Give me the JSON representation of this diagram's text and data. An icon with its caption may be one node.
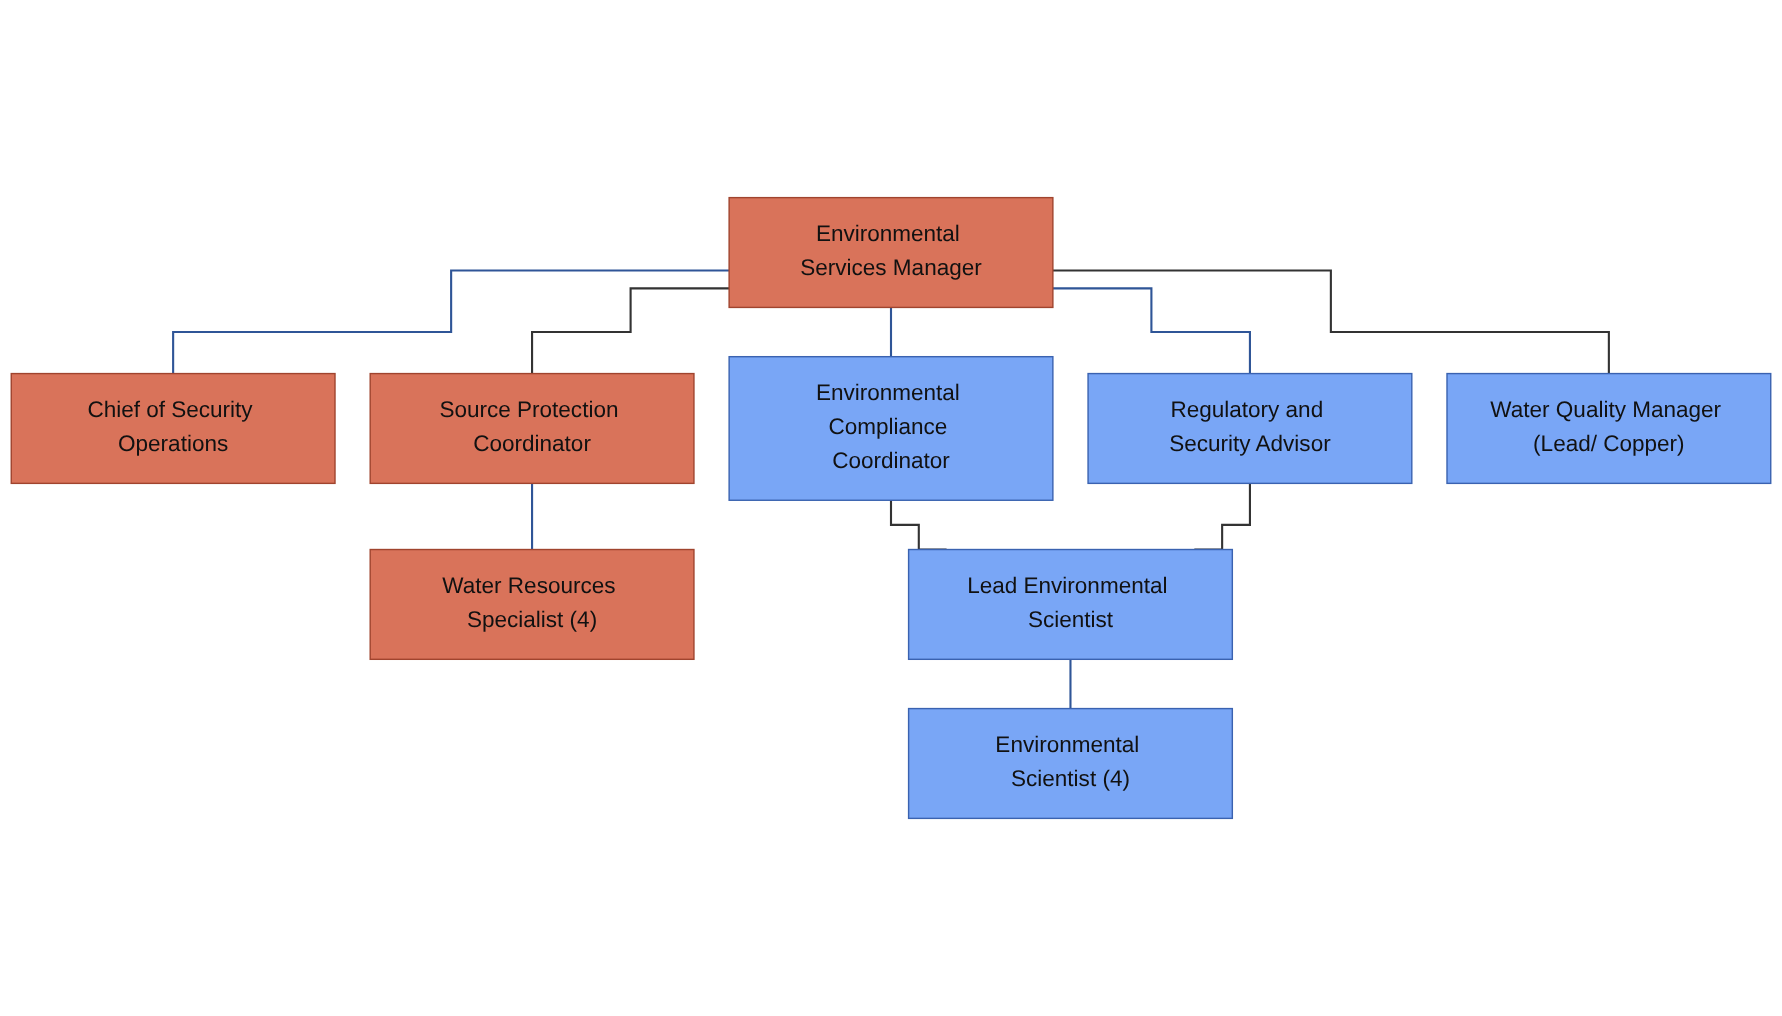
{
  "diagram": {
    "nodes": [
      {
        "text": [
          "Environmental Services Manager"
        ]
      },
      {
        "text": [
          "Chief of Security Operations"
        ]
      },
      {
        "text": [
          "Source Protection Coordinator"
        ]
      },
      {
        "text": [
          "Environmental Compliance Coordinator"
        ]
      },
      {
        "text": [
          "Regulatory and Security Advisor"
        ]
      },
      {
        "text": [
          "Water Quality Manager (Lead/ Copper)"
        ]
      },
      {
        "text": [
          "Water Resources Specialist (4)"
        ]
      },
      {
        "text": [
          "Lead Environmental Scientist"
        ]
      },
      {
        "text": [
          "Environmental Scientist (4)"
        ]
      }
    ],
    "edges": [
      {
        "from": 0,
        "to": 1,
        "arrow": "none"
      },
      {
        "from": 0,
        "to": 2,
        "arrow": "none",
        "color": "#333333"
      },
      {
        "from": 0,
        "to": 3,
        "arrow": "none"
      },
      {
        "from": 0,
        "to": 4,
        "arrow": "none"
      },
      {
        "from": 0,
        "to": 5,
        "arrow": "none",
        "color": "#333333"
      },
      {
        "from": 2,
        "to": 6,
        "arrow": "none"
      },
      {
        "from": 3,
        "to": 7,
        "arrow": "none",
        "color": "#333333"
      },
      {
        "from": 4,
        "to": 7,
        "arrow": "none",
        "color": "#333333"
      },
      {
        "from": 7,
        "to": 8,
        "arrow": "none"
      }
    ]
  }
}
